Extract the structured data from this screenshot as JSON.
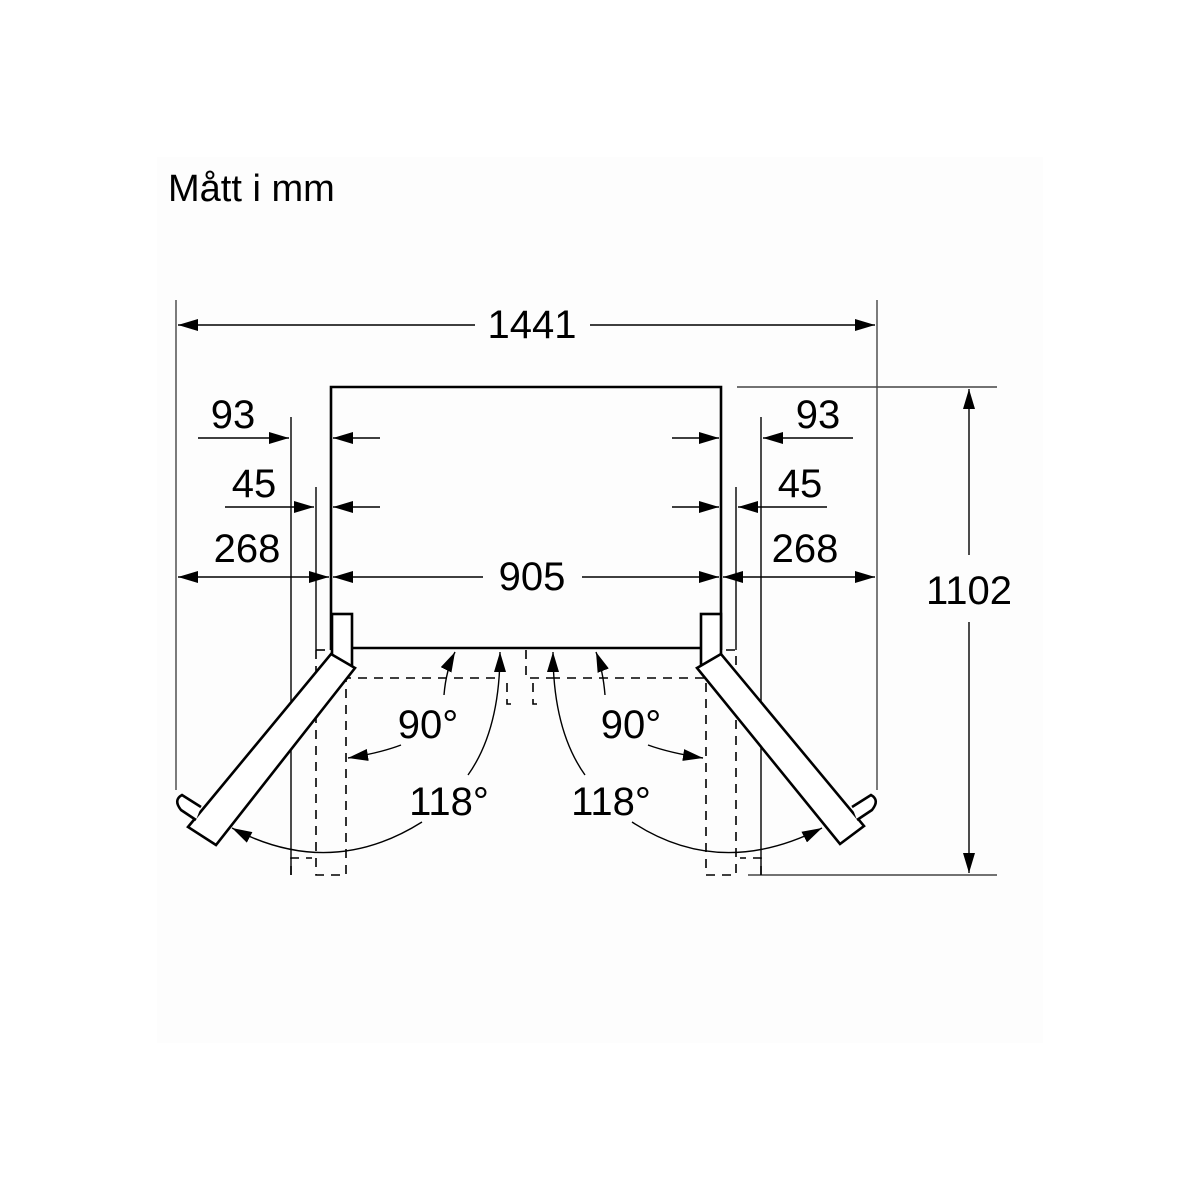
{
  "title": "Mått i mm",
  "units": "mm",
  "dimensions": {
    "overall_width": "1441",
    "cabinet_width": "905",
    "depth_total": "1102",
    "left": {
      "clearance_a": "93",
      "clearance_b": "45",
      "clearance_c": "268"
    },
    "right": {
      "clearance_a": "93",
      "clearance_b": "45",
      "clearance_c": "268"
    }
  },
  "angles": {
    "left_small": "90°",
    "left_large": "118°",
    "right_small": "90°",
    "right_large": "118°"
  },
  "colors": {
    "line": "#000000",
    "background": "#ffffff",
    "panel": "#fdfdfd"
  }
}
